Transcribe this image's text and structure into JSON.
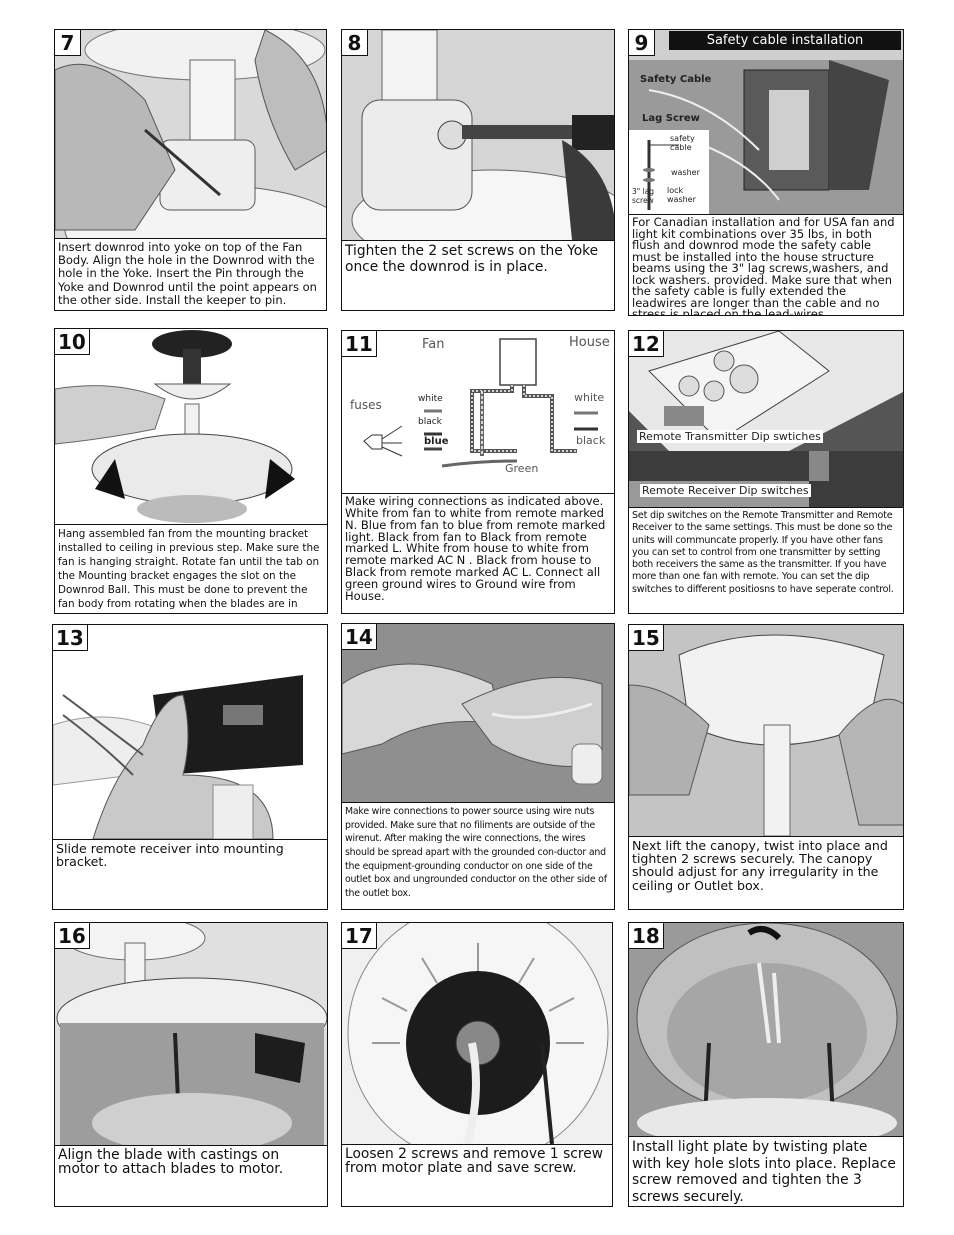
{
  "steps": [
    {
      "number": "7",
      "text": "Insert downrod into yoke on top of the Fan Body.  Align the hole in the Downrod with the hole in the Yoke. Insert the Pin through the Yoke and Downrod until the point appears on the other side. Install the keeper to pin."
    },
    {
      "number": "8",
      "text": "Tighten the 2 set screws on the Yoke once the downrod is in place."
    },
    {
      "number": "9",
      "title": "Safety cable installation",
      "labels": {
        "safety_cable": "Safety Cable",
        "lag_screw": "Lag Screw",
        "safety_cable_small": "safety cable",
        "washer": "washer",
        "lag_screw_small": "3\" lag screw",
        "lock_washer": "lock washer"
      },
      "text": "For Canadian installation and for USA fan and light kit combinations over 35 lbs, in both flush and downrod mode the safety cable must be installed into the house structure beams using the 3\" lag screws,washers, and lock washers. provided.  Make sure that when the safety cable is fully extended the leadwires are longer than the cable and no stress is placed on the lead-wires."
    },
    {
      "number": "10",
      "text": "Hang assembled fan from the mounting bracket installed to ceiling in previous step.  Make sure the fan is hanging straight.  Rotate fan until the tab on the Mounting bracket engages the slot on the Downrod Ball.  This must be done to prevent the fan body from rotating when the blades are in motion."
    },
    {
      "number": "11",
      "labels": {
        "fan": "Fan",
        "house": "House",
        "fuses": "fuses",
        "white": "white",
        "black": "black",
        "blue": "blue",
        "white_house": "white",
        "black_house": "black",
        "green": "Green"
      },
      "text": "Make wiring connections as indicated above. White from fan to white from remote marked N. Blue from fan to blue from remote marked light. Black from fan to Black from remote marked L. White from house to white from remote marked AC N . Black from house to Black from remote marked AC L. Connect all green ground wires to Ground wire from House."
    },
    {
      "number": "12",
      "labels": {
        "transmitter": "Remote Transmitter Dip swtiches",
        "receiver": "Remote Receiver Dip switches"
      },
      "text": "Set dip switches on the Remote Transmitter and Remote Receiver to the same settings.  This must be done so the units will communcate properly.  If you have other fans you can set to control from one transmitter by setting both receivers the same as the transmitter.  If you have more than one fan with remote.  You can set the dip switches to different positiosns to have seperate control."
    },
    {
      "number": "13",
      "text": "Slide remote receiver into mounting bracket."
    },
    {
      "number": "14",
      "text": "Make wire connections to power source using wire nuts provided.  Make sure that no filiments are outside of the wirenut. After making the wire connections, the wires should be spread apart with the grounded con-ductor and the equipment-grounding conductor on one side of the outlet box and ungrounded conductor on the other side of the outlet box."
    },
    {
      "number": "15",
      "text": "Next lift the canopy, twist into place and tighten 2 screws securely. The canopy should adjust for any irregularity in the ceiling or Outlet box."
    },
    {
      "number": "16",
      "text": "Align the blade with castings on motor to attach blades to motor."
    },
    {
      "number": "17",
      "text": "Loosen 2 screws and remove 1 screw from motor plate and save screw."
    },
    {
      "number": "18",
      "text": "Install light plate by twisting plate with key hole slots into place. Replace screw removed and tighten the 3 screws securely."
    }
  ]
}
